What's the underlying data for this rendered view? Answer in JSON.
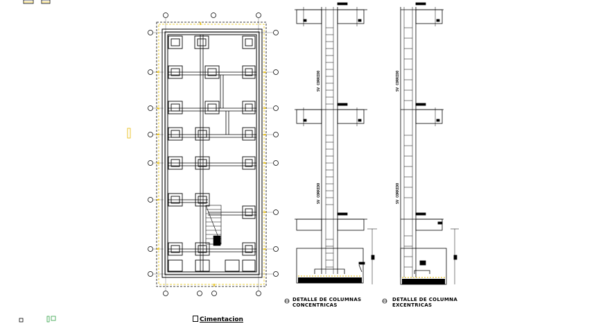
{
  "drawing": {
    "plan_title": "Cimentacion",
    "detail_concentric": {
      "line1": "DETALLE DE COLUMNAS",
      "line2": "CONCENTRICAS"
    },
    "detail_eccentric": {
      "line1": "DETALLE DE COLUMNA",
      "line2": "EXCENTRICAS"
    },
    "section_cut_label": "SV CORRIDO"
  },
  "colors": {
    "line": "#000000",
    "accent": "#ffd400",
    "dim": "#2a2a2a",
    "marker_green": "#2ea043"
  }
}
